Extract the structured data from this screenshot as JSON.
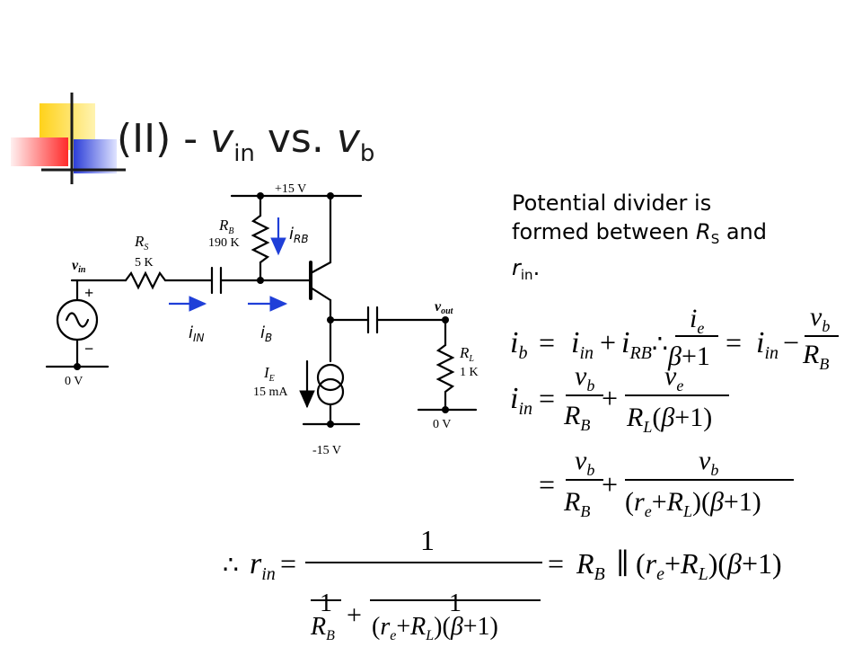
{
  "slide": {
    "title_prefix": "(II) - ",
    "title_v1": "v",
    "title_sub1": "in",
    "title_mid": " vs. ",
    "title_v2": "v",
    "title_sub2": "b",
    "desc_line1": "Potential divider is formed between ",
    "desc_R": "R",
    "desc_R_sub": "S",
    "desc_and": " and ",
    "desc_r": "r",
    "desc_r_sub": "in",
    "desc_end": "."
  },
  "circuit": {
    "vcc": "+15 V",
    "vee": "-15 V",
    "gnd_left": "0 V",
    "gnd_right": "0 V",
    "rb_name": "R",
    "rb_sub": "B",
    "rb_value": "190 K",
    "rs_name": "R",
    "rs_sub": "S",
    "rs_value": "5 K",
    "rl_name": "R",
    "rl_sub": "L",
    "rl_value": "1 K",
    "ie_name": "I",
    "ie_sub": "E",
    "ie_value": "15 mA",
    "vin_v": "v",
    "vin_sub": "in",
    "vout_v": "v",
    "vout_sub": "out",
    "plus": "+",
    "minus": "−",
    "i_rb": "i",
    "i_rb_sub": "RB",
    "i_in": "i",
    "i_in_sub": "IN",
    "i_b": "i",
    "i_b_sub": "B",
    "arrow_color": "#1f3fd8"
  },
  "theme": {
    "yellow": "#ffd21a",
    "red": "#ff3030",
    "blue": "#2c3ed8"
  }
}
